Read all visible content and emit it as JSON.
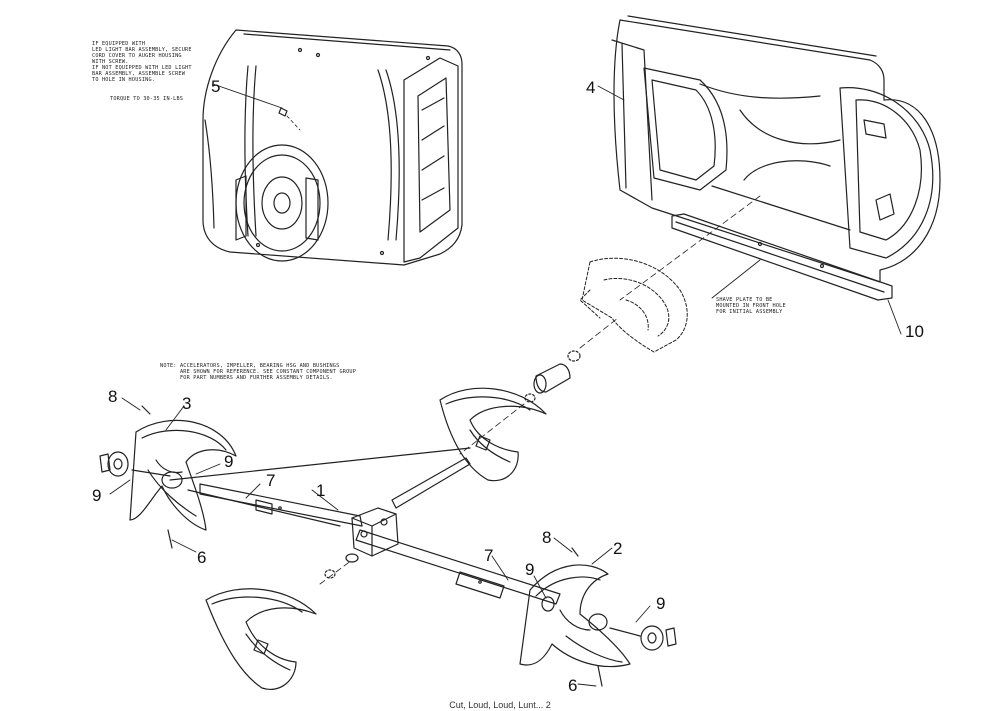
{
  "notes": {
    "led_note": "IF EQUIPPED WITH\nLED LIGHT BAR ASSEMBLY, SECURE\nCORD COVER TO AUGER HOUSING\nWITH SCREW.\nIF NOT EQUIPPED WITH LED LIGHT\nBAR ASSEMBLY, ASSEMBLE SCREW\nTO HOLE IN HOUSING.",
    "torque_note": "TORQUE TO 30-35 IN-LBS",
    "shave_note": "SHAVE PLATE TO BE\nMOUNTED IN FRONT HOLE\nFOR INITIAL ASSEMBLY",
    "accel_note": "NOTE: ACCELERATORS, IMPELLER, BEARING HSG AND BUSHINGS\n      ARE SHOWN FOR REFERENCE. SEE CONSTANT COMPONENT GROUP\n      FOR PART NUMBERS AND FURTHER ASSEMBLY DETAILS."
  },
  "callouts": {
    "c1": "1",
    "c2": "2",
    "c3": "3",
    "c4": "4",
    "c5": "5",
    "c6a": "6",
    "c6b": "6",
    "c7a": "7",
    "c7b": "7",
    "c8a": "8",
    "c8b": "8",
    "c9a": "9",
    "c9b": "9",
    "c9c": "9",
    "c9d": "9",
    "c10": "10"
  },
  "footer": "Cut, Loud, Loud, Lunt... 2"
}
